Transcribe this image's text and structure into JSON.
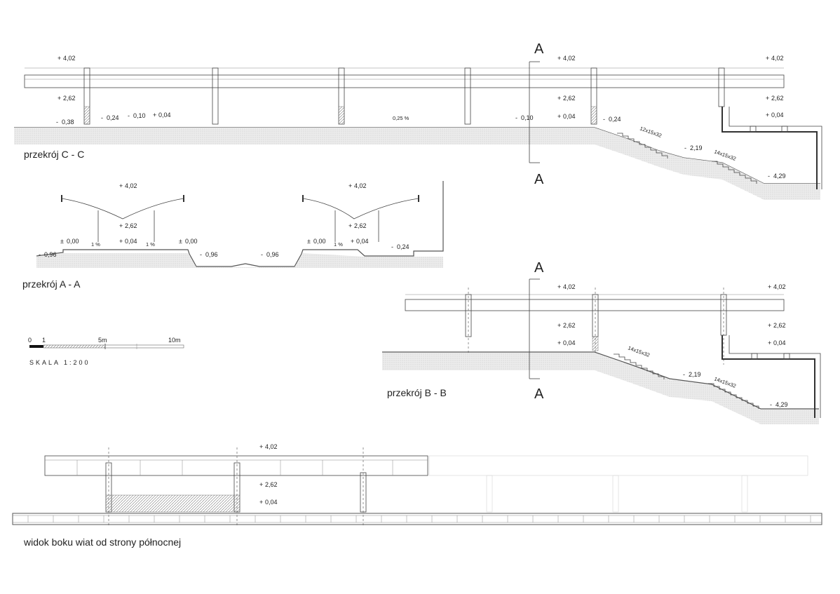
{
  "titles": {
    "section_cc": "przekrój C - C",
    "section_aa": "przekrój A - A",
    "section_bb": "przekrój B - B",
    "north_view": "widok boku wiat od strony północnej"
  },
  "cut_markers": {
    "a": "A"
  },
  "scale": {
    "ticks": [
      "0",
      "1",
      "5m",
      "10m"
    ],
    "label": "SKALA 1:200"
  },
  "levels": {
    "p402": "4,02",
    "p262": "2,62",
    "p004": "0,04",
    "p000": "0,00",
    "m038": "0,38",
    "m024": "0,24",
    "m010": "0,10",
    "m096": "0,96",
    "m219": "2,19",
    "m429": "4,29"
  },
  "slopes": {
    "s025": "0,25 %",
    "s1": "1 %"
  },
  "stairs": {
    "c1": "12x15x32",
    "c2": "14x15x32",
    "b1": "14x15x32",
    "b2": "14x15x32"
  }
}
